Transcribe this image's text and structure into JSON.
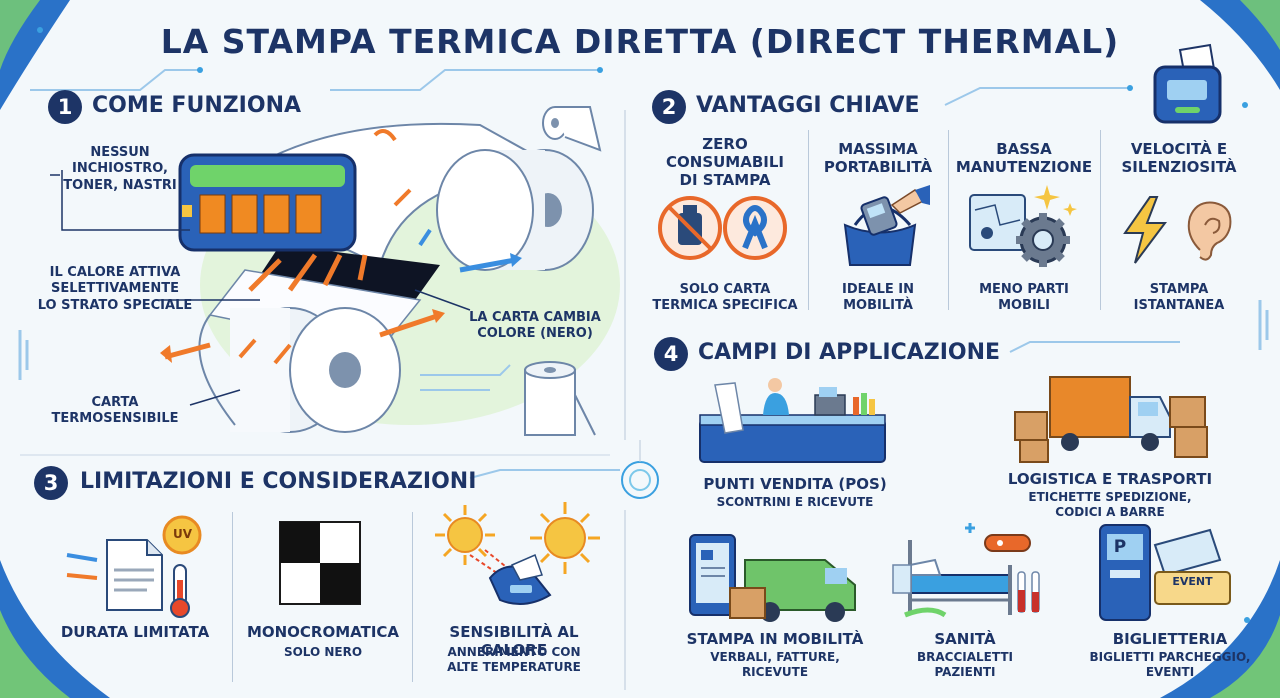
{
  "title": "LA STAMPA TERMICA DIRETTA (DIRECT THERMAL)",
  "sections": {
    "s1": {
      "num": "1",
      "title": "COME FUNZIONA"
    },
    "s2": {
      "num": "2",
      "title": "VANTAGGI CHIAVE"
    },
    "s3": {
      "num": "3",
      "title": "LIMITAZIONI E CONSIDERAZIONI"
    },
    "s4": {
      "num": "4",
      "title": "CAMPI DI APPLICAZIONE"
    }
  },
  "how": {
    "l1a": "NESSUN INCHIOSTRO,",
    "l1b": "TONER, NASTRI",
    "l2a": "IL CALORE ATTIVA",
    "l2b": "SELETTIVAMENTE",
    "l2c": "LO STRATO SPECIALE",
    "l3a": "LA CARTA CAMBIA",
    "l3b": "COLORE (NERO)",
    "l4a": "CARTA",
    "l4b": "TERMOSENSIBILE"
  },
  "advantages": [
    {
      "t1": "ZERO",
      "t2": "CONSUMABILI",
      "t3": "DI STAMPA",
      "s1": "SOLO CARTA",
      "s2": "TERMICA SPECIFICA"
    },
    {
      "t1": "MASSIMA",
      "t2": "PORTABILITÀ",
      "t3": "",
      "s1": "IDEALE IN",
      "s2": "MOBILITÀ"
    },
    {
      "t1": "BASSA",
      "t2": "MANUTENZIONE",
      "t3": "",
      "s1": "MENO PARTI",
      "s2": "MOBILI"
    },
    {
      "t1": "VELOCITÀ E",
      "t2": "SILENZIOSITÀ",
      "t3": "",
      "s1": "STAMPA",
      "s2": "ISTANTANEA"
    }
  ],
  "limits": [
    {
      "t": "DURATA LIMITATA",
      "s1": "",
      "s2": "",
      "icon": "uv-label"
    },
    {
      "t": "MONOCROMATICA",
      "s1": "SOLO NERO",
      "s2": "",
      "icon": "checker"
    },
    {
      "t": "SENSIBILITÀ AL CALORE",
      "s1": "ANNERIMENTO CON",
      "s2": "ALTE TEMPERATURE",
      "icon": "sun"
    }
  ],
  "limit_uv": "UV",
  "applications": {
    "pos": {
      "t": "PUNTI VENDITA (POS)",
      "s1": "SCONTRINI E RICEVUTE"
    },
    "log": {
      "t": "LOGISTICA E TRASPORTI",
      "s1": "ETICHETTE SPEDIZIONE,",
      "s2": "CODICI A BARRE"
    },
    "mob": {
      "t": "STAMPA IN MOBILITÀ",
      "s1": "VERBALI, FATTURE,",
      "s2": "RICEVUTE"
    },
    "san": {
      "t": "SANITÀ",
      "s1": "BRACCIALETTI",
      "s2": "PAZIENTI"
    },
    "big": {
      "t": "BIGLIETTERIA",
      "s1": "BIGLIETTI PARCHEGGIO,",
      "s2": "EVENTI"
    }
  },
  "ticket_event": "EVENT",
  "kiosk_p": "P",
  "colors": {
    "navy": "#1d3466",
    "accent": "#3aa0e0",
    "orange": "#f07a2a",
    "green": "#8fd36a"
  }
}
